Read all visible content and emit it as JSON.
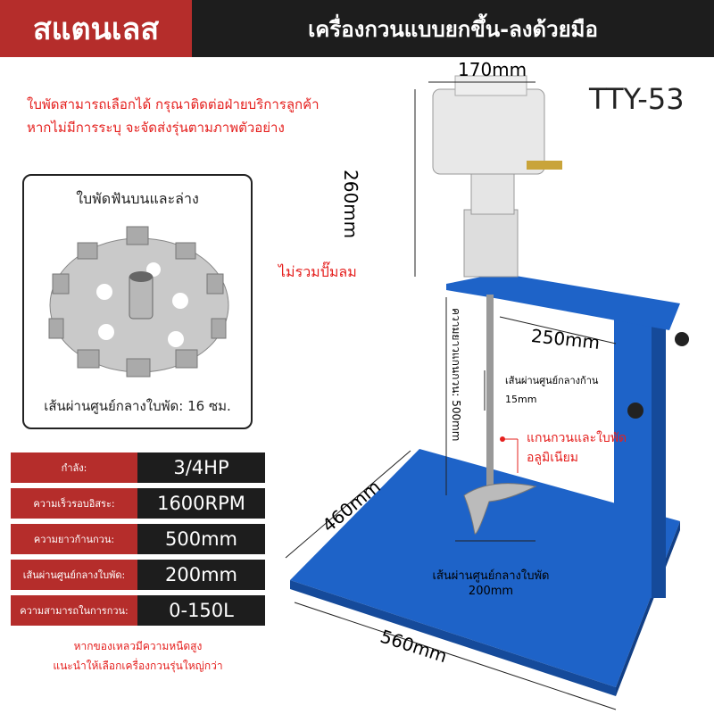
{
  "header": {
    "material": "สแตนเลส",
    "title": "เครื่องกวนแบบยกขึ้น-ลงด้วยมือ"
  },
  "note": [
    "ใบพัดสามารถเลือกได้ กรุณาติดต่อฝ่ายบริการลูกค้า",
    "หากไม่มีการระบุ จะจัดส่งรุ่นตามภาพตัวอย่าง"
  ],
  "impeller_box": {
    "title": "ใบพัดฟันบนและล่าง",
    "caption": "เส้นผ่านศูนย์กลางใบพัด: 16 ซม."
  },
  "specs": [
    {
      "label": "กำลัง:",
      "value": "3/4HP"
    },
    {
      "label": "ความเร็วรอบอิสระ:",
      "value": "1600RPM"
    },
    {
      "label": "ความยาวก้านกวน:",
      "value": "500mm"
    },
    {
      "label": "เส้นผ่านศูนย์กลางใบพัด:",
      "value": "200mm"
    },
    {
      "label": "ความสามารถในการกวน:",
      "value": "0-150L"
    }
  ],
  "warning": [
    "หากของเหลวมีความหนืดสูง",
    "แนะนำให้เลือกเครื่องกวนรุ่นใหญ่กว่า"
  ],
  "product": {
    "model": "TTY-53",
    "no_pump": "ไม่รวมปั๊มลม",
    "dim_width_head": "170mm",
    "dim_height_head": "260mm",
    "dim_arm": "250mm",
    "dim_shaft": "ความยาวแกนกวน: 500mm",
    "shaft_dia_label": "เส้นผ่านศูนย์กลางก้าน",
    "shaft_dia_value": "15mm",
    "material_note": [
      "แกนกวนและใบพัด",
      "อลูมิเนียม"
    ],
    "impeller_dia_label": "เส้นผ่านศูนย์กลางใบพัด",
    "impeller_dia_value": "200mm",
    "base_depth": "460mm",
    "base_width": "560mm"
  },
  "colors": {
    "red": "#b52d2b",
    "dark": "#1d1d1d",
    "blue": "#1e63c8",
    "note_red": "#e5201e"
  }
}
